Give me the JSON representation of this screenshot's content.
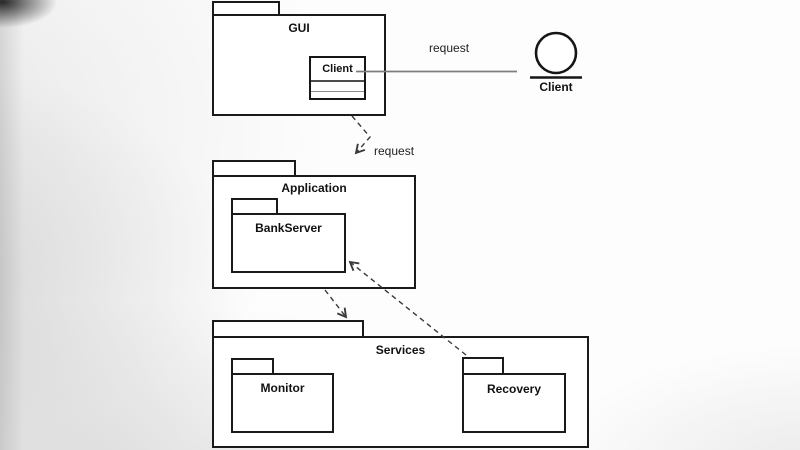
{
  "diagram": {
    "type": "uml-package-diagram",
    "packages": {
      "gui": {
        "label": "GUI"
      },
      "application": {
        "label": "Application"
      },
      "bankserver": {
        "label": "BankServer"
      },
      "services": {
        "label": "Services"
      },
      "monitor": {
        "label": "Monitor"
      },
      "recovery": {
        "label": "Recovery"
      }
    },
    "class_box": {
      "label": "Client"
    },
    "actor": {
      "label": "Client"
    },
    "edges": {
      "client_request": {
        "label": "request",
        "from": "Client actor",
        "to": "Client class",
        "style": "solid"
      },
      "gui_to_application": {
        "label": "request",
        "from": "GUI",
        "to": "Application",
        "style": "dashed-arrow"
      },
      "application_to_services": {
        "from": "Application",
        "to": "Services",
        "style": "dashed-arrow"
      },
      "recovery_to_bankserver": {
        "from": "Recovery",
        "to": "BankServer",
        "style": "dashed-arrow"
      }
    },
    "colors": {
      "border": "#1a1a1a",
      "connector": "#7d7d7d",
      "dashed_line": "#3a3a3a",
      "text": "#111111",
      "background": "#ffffff"
    }
  }
}
